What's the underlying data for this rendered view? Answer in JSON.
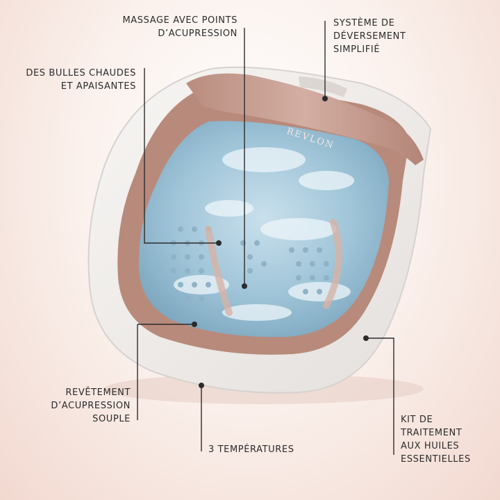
{
  "callouts": {
    "acupressure_massage": "MASSAGE AVEC POINTS\nD’ACUPRESSION",
    "drain_system": "SYSTÈME DE\nDÉVERSEMENT\nSIMPLIFIÉ",
    "warm_bubbles": "DES BULLES CHAUDES\nET APAISANTES",
    "soft_coating": "REVÊTEMENT\nD’ACUPRESSION\nSOUPLE",
    "temperatures": "3 TEMPÉRATURES",
    "oil_kit": "KIT DE\nTRAITEMENT\nAUX HUILES\nESSENTIELLES"
  },
  "product": {
    "brand": "REVLON"
  },
  "colors": {
    "rose_gold": "#c9a094",
    "tub_white": "#f1eeeb",
    "water_blue": "#9fc4d8",
    "line": "#2b2b2b"
  }
}
